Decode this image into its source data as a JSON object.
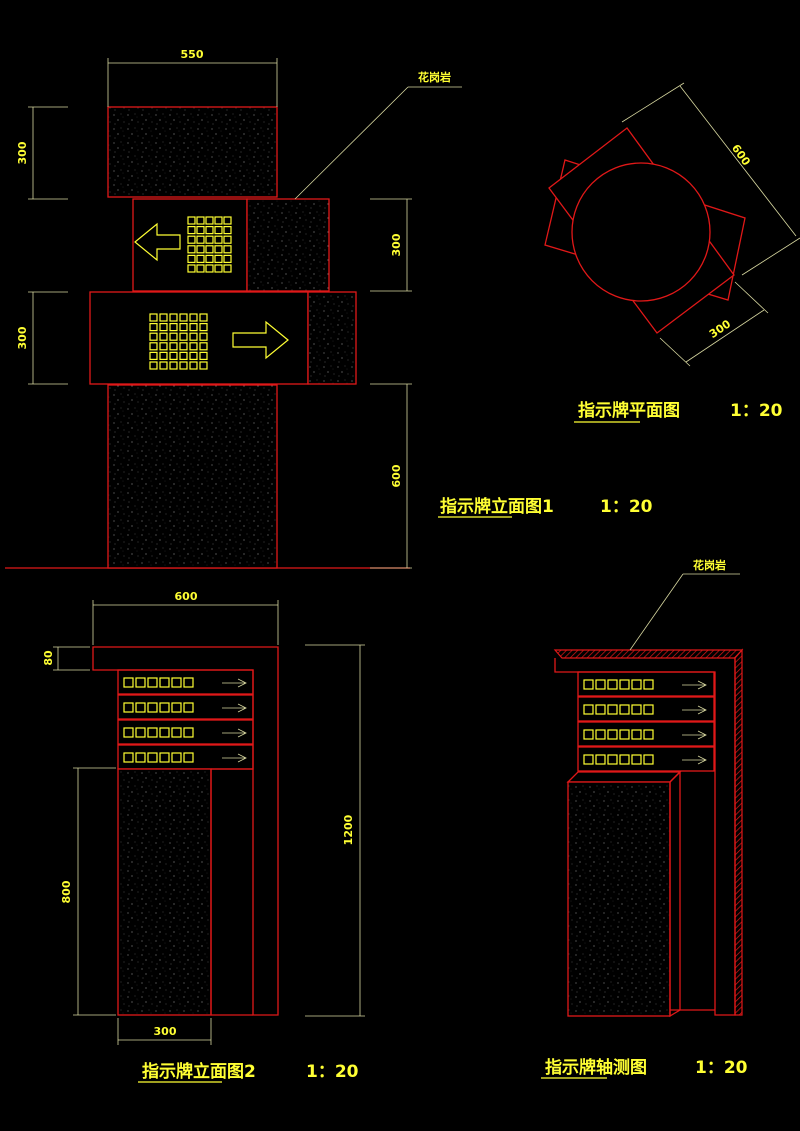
{
  "material_label": "花岗岩",
  "views": {
    "elevation1": {
      "title": "指示牌立面图1",
      "scale": "1：20",
      "dims": {
        "width": "550",
        "upper_box_height": "300",
        "middle_box_height": "300",
        "lower_box_height": "300",
        "base_height": "600"
      }
    },
    "plan": {
      "title": "指示牌平面图",
      "scale": "1：20",
      "dims": {
        "diagonal": "600",
        "side": "300"
      }
    },
    "elevation2": {
      "title": "指示牌立面图2",
      "scale": "1：20",
      "dims": {
        "width": "600",
        "cap_height": "80",
        "total_height": "1200",
        "post_height": "800",
        "post_width": "300"
      }
    },
    "axonometric": {
      "title": "指示牌轴测图",
      "scale": "1：20"
    }
  },
  "colors": {
    "outline": "#e01818",
    "text": "#ffff33",
    "dimension": "#d8d8a0"
  }
}
